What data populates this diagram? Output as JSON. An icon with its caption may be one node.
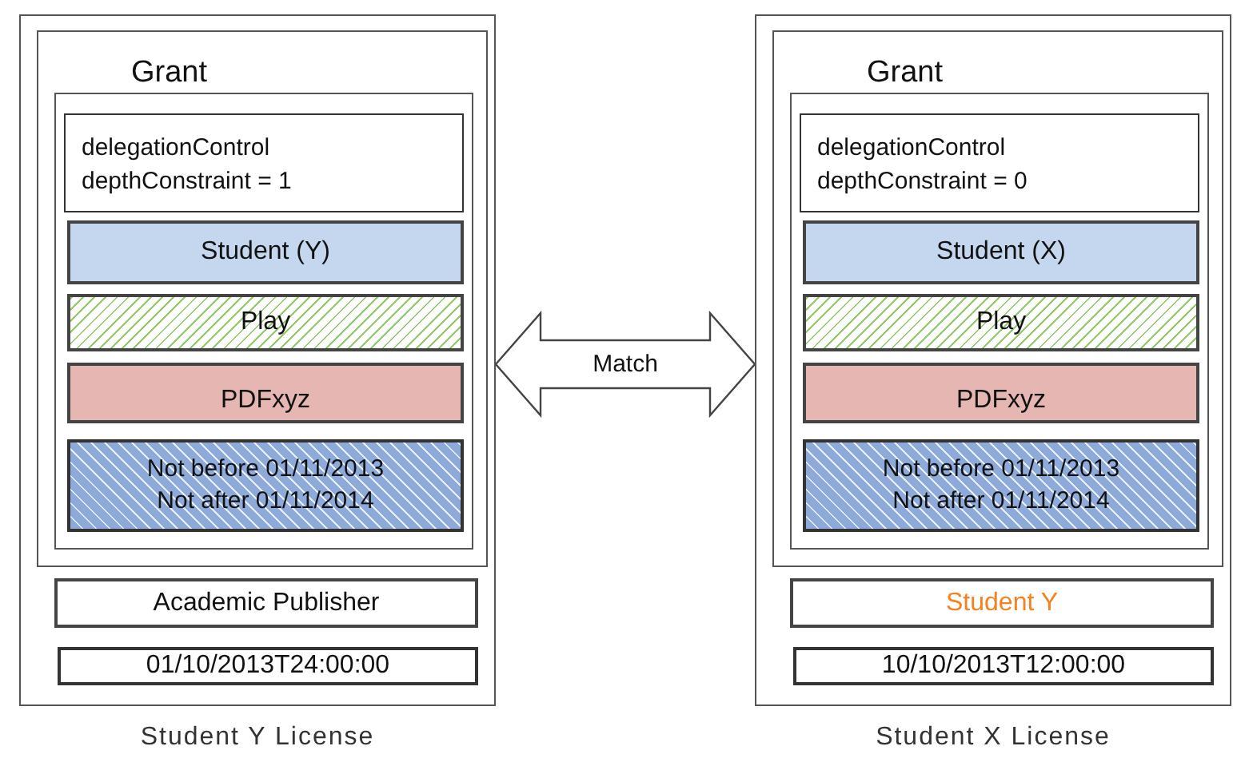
{
  "diagram": {
    "nodes": [
      {
        "text": [],
        "shape": "box",
        "beside": [
          "Student Y License"
        ]
      },
      {
        "text": [
          "Grant"
        ],
        "in": 0
      },
      {
        "text": [],
        "shape": "box",
        "in": 1
      },
      {
        "text": [
          "delegationControl depthConstraint = 1"
        ],
        "in": 2
      },
      {
        "text": [
          "Student (Y)"
        ],
        "in": 2
      },
      {
        "text": [
          "Play"
        ],
        "in": 2
      },
      {
        "text": [
          "PDFxyz"
        ],
        "in": 2
      },
      {
        "text": [
          "Not before 01/11/2013 Not after 01/11/2014"
        ],
        "in": 2
      },
      {
        "text": [
          "Academic Publisher"
        ],
        "in": 0
      },
      {
        "text": [
          "01/10/2013T24:00:00"
        ],
        "in": 0
      },
      {
        "text": [],
        "shape": "box",
        "beside": [
          "Student X License"
        ]
      },
      {
        "text": [
          "Grant"
        ],
        "in": 10
      },
      {
        "text": [],
        "shape": "box",
        "in": 11
      },
      {
        "text": [
          "delegationControl depthConstraint = 0"
        ],
        "in": 12
      },
      {
        "text": [
          "Student (X)"
        ],
        "in": 12
      },
      {
        "text": [
          "Play"
        ],
        "in": 12
      },
      {
        "text": [
          "PDFxyz"
        ],
        "in": 12
      },
      {
        "text": [
          "Not before 01/11/2013 Not after 01/11/2014"
        ],
        "in": 12
      },
      {
        "text": [
          "Student Y"
        ],
        "in": 10
      },
      {
        "text": [
          "10/10/2013T12:00:00"
        ],
        "in": 10
      }
    ],
    "edges": [
      {
        "from": 0,
        "to": 10,
        "arrow": "both",
        "label": "Match",
        "style": "thick"
      }
    ]
  }
}
